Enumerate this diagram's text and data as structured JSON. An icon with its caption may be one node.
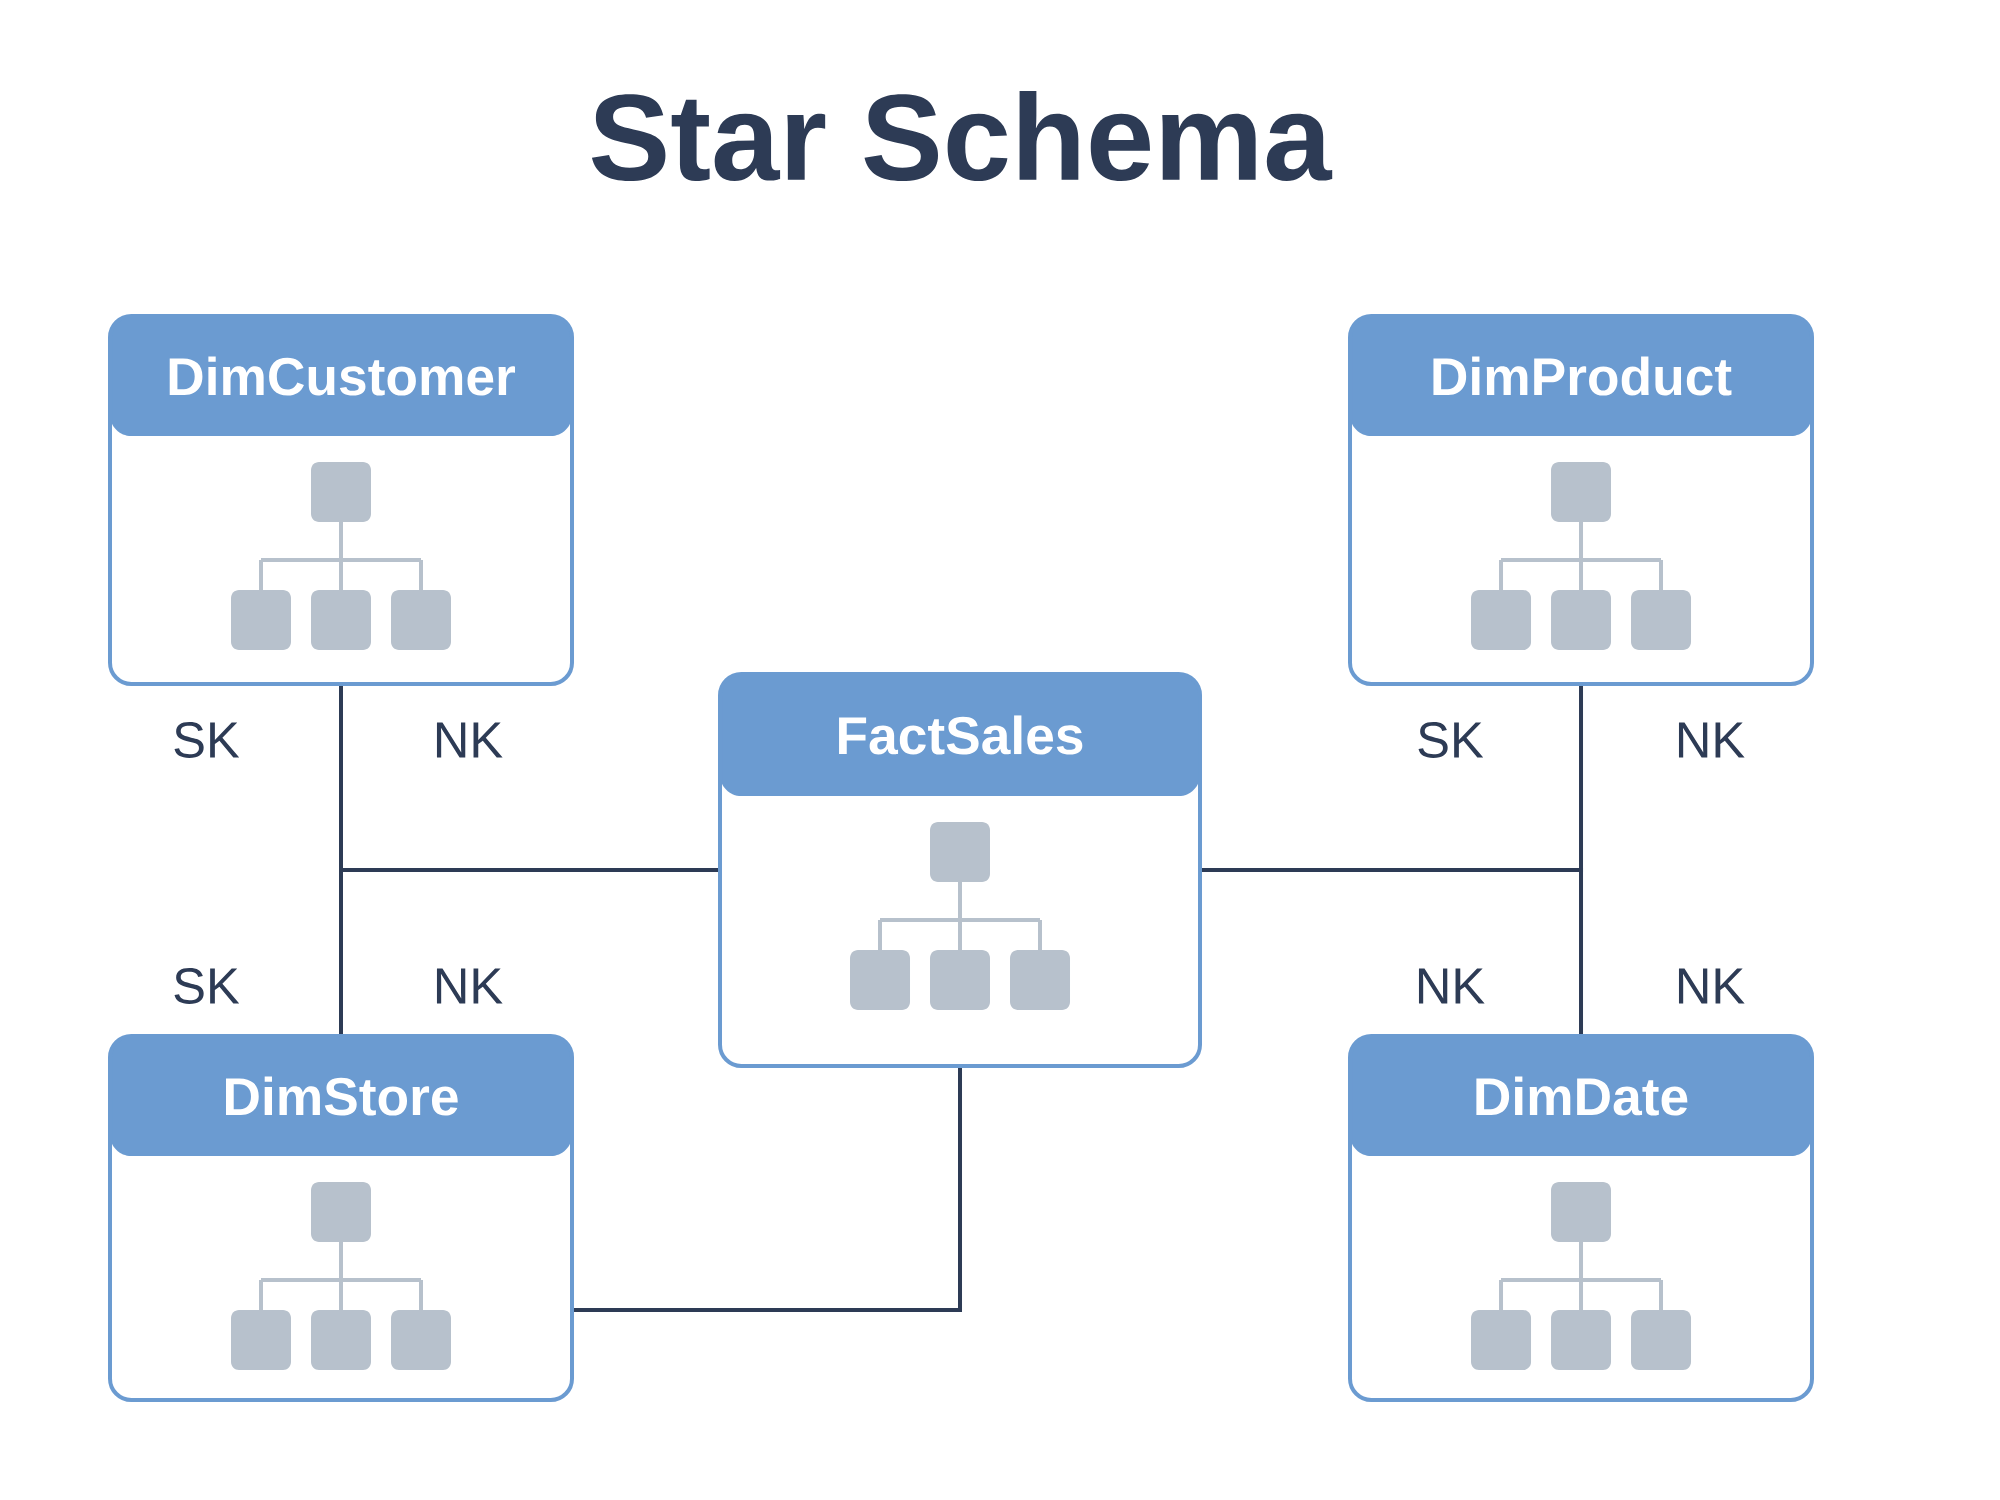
{
  "diagram": {
    "title": "Star Schema",
    "nodes": [
      {
        "text": [
          "DimCustomer"
        ]
      },
      {
        "text": [
          "DimProduct"
        ]
      },
      {
        "text": [
          "FactSales"
        ]
      },
      {
        "text": [
          "DimStore"
        ]
      },
      {
        "text": [
          "DimDate"
        ]
      }
    ],
    "edges": [
      {
        "from": 2,
        "to": 0,
        "arrow": "none"
      },
      {
        "from": 2,
        "to": 3,
        "arrow": "none"
      },
      {
        "from": 2,
        "to": 1,
        "arrow": "none"
      },
      {
        "from": 2,
        "to": 4,
        "arrow": "none"
      },
      {
        "from": 2,
        "to": 3,
        "arrow": "none"
      }
    ],
    "labels": [
      "SK",
      "NK",
      "SK",
      "NK",
      "SK",
      "NK",
      "NK",
      "NK"
    ]
  }
}
